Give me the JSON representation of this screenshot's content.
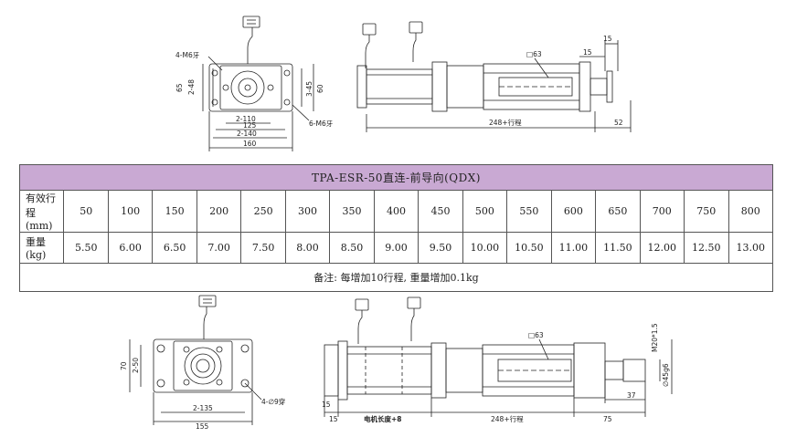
{
  "table": {
    "title": "TPA-ESR-50直连-前导向(QDX)",
    "stroke_label": "有效行程 (mm)",
    "weight_label": "重量 (kg)",
    "strokes": [
      "50",
      "100",
      "150",
      "200",
      "250",
      "300",
      "350",
      "400",
      "450",
      "500",
      "550",
      "600",
      "650",
      "700",
      "750",
      "800"
    ],
    "weights": [
      "5.50",
      "6.00",
      "6.50",
      "7.00",
      "7.50",
      "8.00",
      "8.50",
      "9.00",
      "9.50",
      "10.00",
      "10.50",
      "11.00",
      "11.50",
      "12.00",
      "12.50",
      "13.00"
    ],
    "note": "备注: 每增加10行程, 重量增加0.1kg"
  },
  "top_front": {
    "holes": "4-M6牙",
    "h_outer": "65",
    "h_inner": "2-48",
    "v1": "3-45",
    "v2": "60",
    "side_holes": "6-M6牙",
    "w1": "2-110",
    "w2": "125",
    "w3": "2-140",
    "w4": "160"
  },
  "top_side": {
    "square": "□63",
    "d15a": "15",
    "d15b": "15",
    "length": "248+行程",
    "d52": "52"
  },
  "bottom_front": {
    "h1": "70",
    "h2": "2-50",
    "w1": "2-135",
    "w2": "155",
    "holes": "4-∅9穿"
  },
  "bottom_side": {
    "square": "□63",
    "thread": "M20*1.5",
    "dia": "∅45g6",
    "d15a": "15",
    "d15b": "15",
    "motor_len": "电机长度+8",
    "length": "248+行程",
    "d75": "75",
    "d37": "37"
  }
}
